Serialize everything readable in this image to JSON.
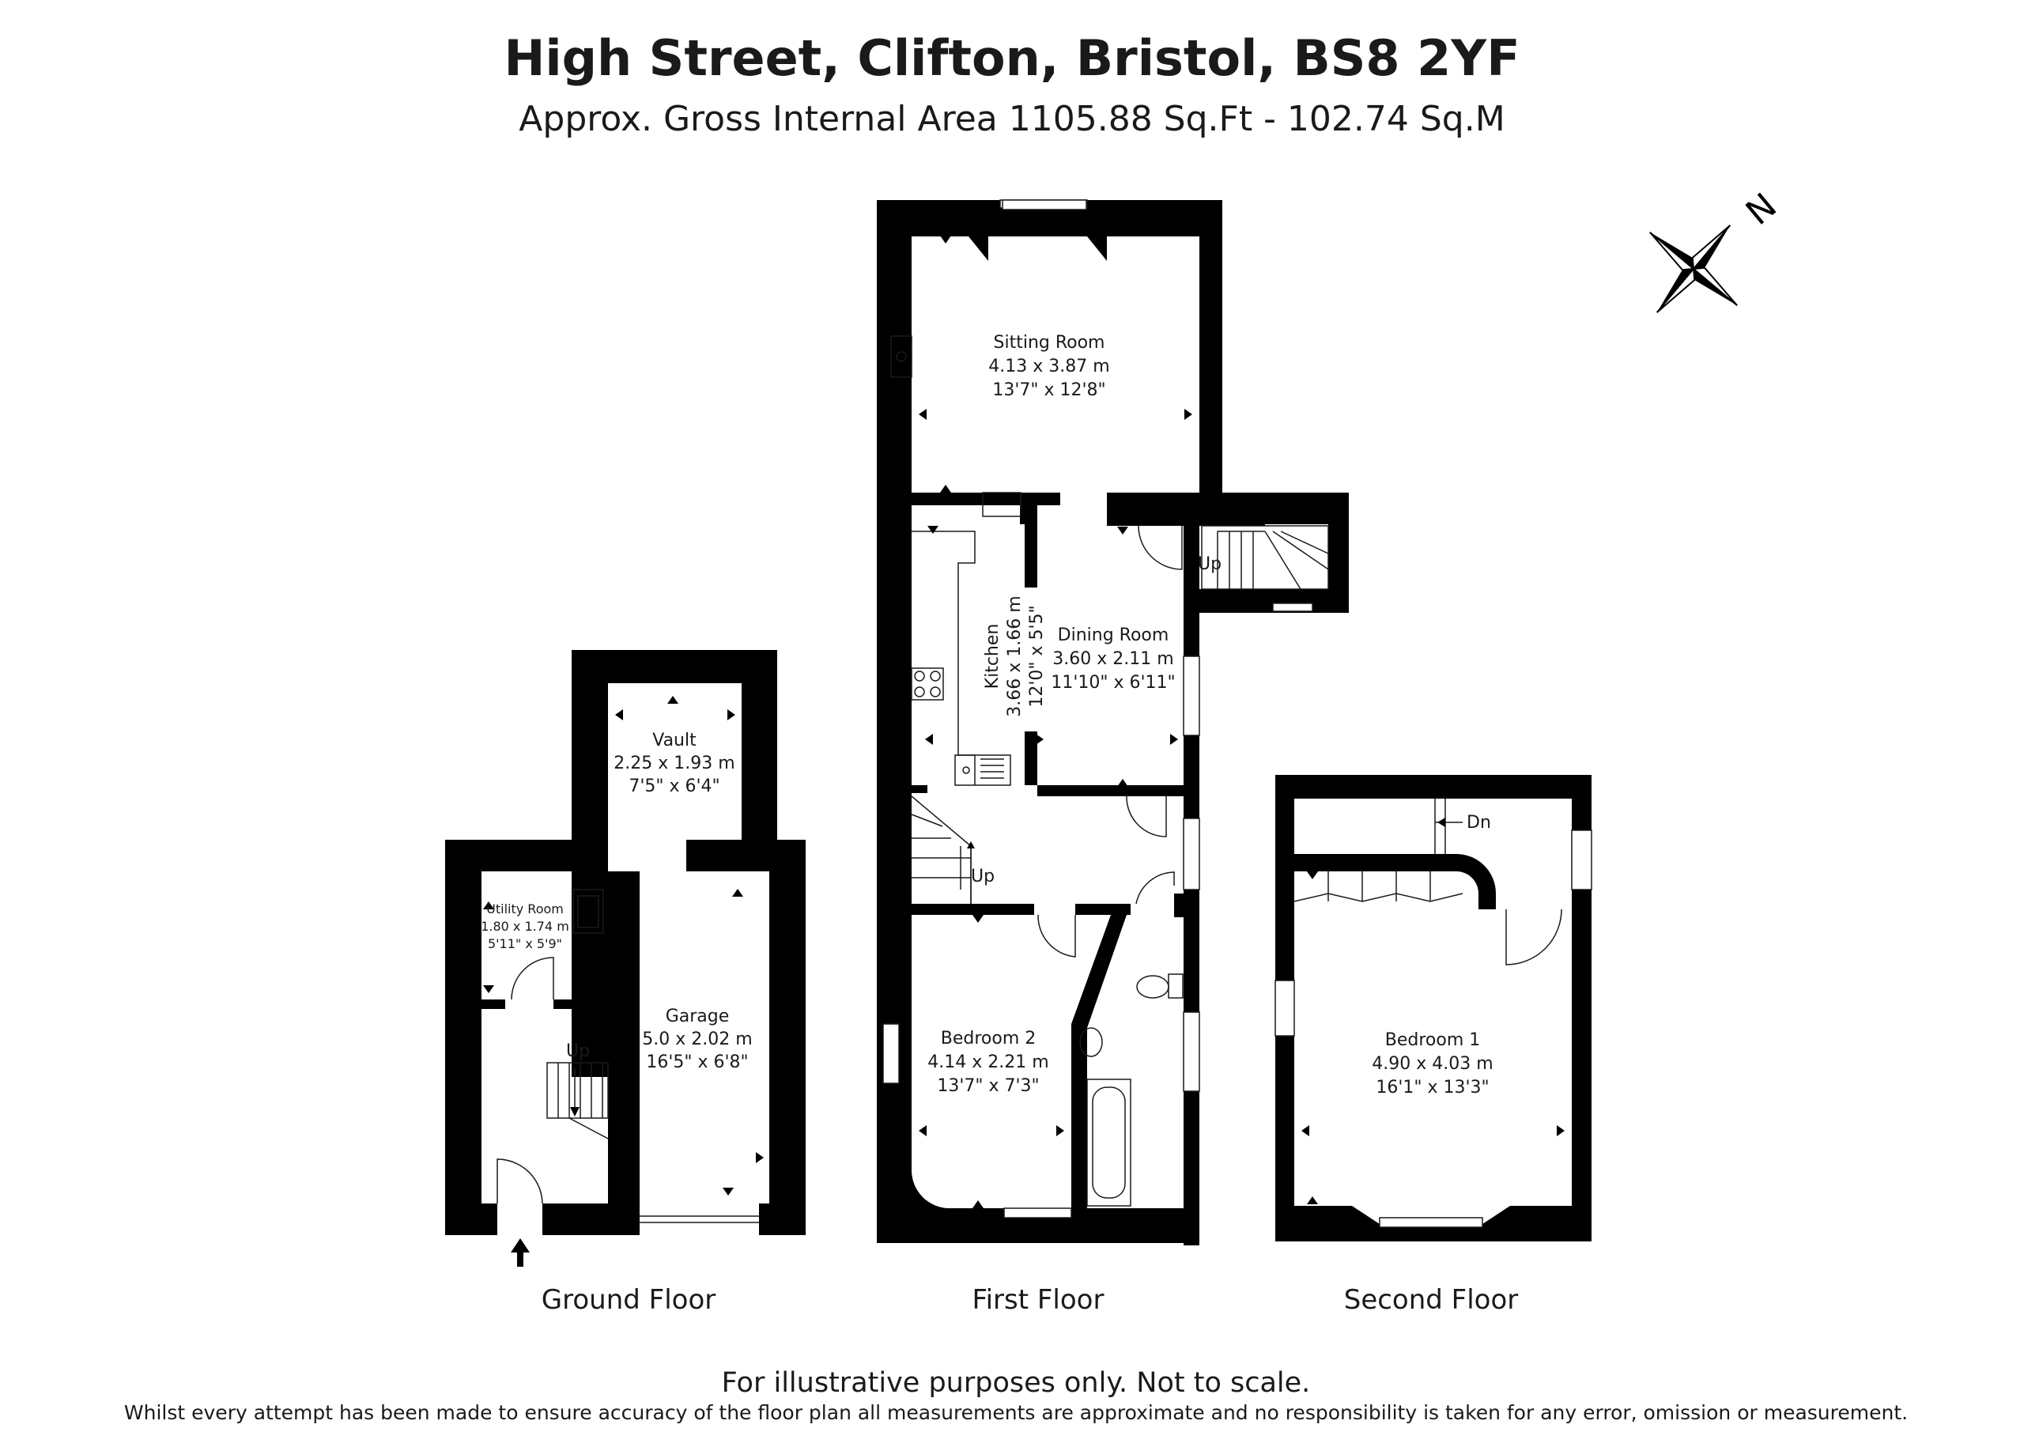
{
  "title": "High Street, Clifton, Bristol, BS8 2YF",
  "subtitle": "Approx. Gross Internal Area 1105.88 Sq.Ft - 102.74 Sq.M",
  "compass_label": "N",
  "floors": {
    "ground": {
      "label": "Ground Floor",
      "rooms": {
        "vault": {
          "name": "Vault",
          "metric": "2.25 x 1.93 m",
          "imperial": "7'5\" x 6'4\""
        },
        "utility": {
          "name": "Utility Room",
          "metric": "1.80 x 1.74 m",
          "imperial": "5'11\" x 5'9\""
        },
        "garage": {
          "name": "Garage",
          "metric": "5.0 x 2.02 m",
          "imperial": "16'5\" x 6'8\""
        }
      },
      "stairs_label": "Up"
    },
    "first": {
      "label": "First Floor",
      "rooms": {
        "sitting": {
          "name": "Sitting Room",
          "metric": "4.13 x 3.87 m",
          "imperial": "13'7\" x 12'8\""
        },
        "kitchen": {
          "name": "Kitchen",
          "metric": "3.66 x 1.66 m",
          "imperial": "12'0\" x 5'5\""
        },
        "dining": {
          "name": "Dining Room",
          "metric": "3.60 x 2.11 m",
          "imperial": "11'10\" x 6'11\""
        },
        "bedroom2": {
          "name": "Bedroom 2",
          "metric": "4.14 x 2.21 m",
          "imperial": "13'7\" x 7'3\""
        }
      },
      "stairs_up_label": "Up",
      "stairs_up2_label": "Up"
    },
    "second": {
      "label": "Second Floor",
      "rooms": {
        "bedroom1": {
          "name": "Bedroom 1",
          "metric": "4.90 x 4.03 m",
          "imperial": "16'1\" x 13'3\""
        }
      },
      "stairs_down_label": "Dn"
    }
  },
  "note": "For illustrative purposes only. Not to scale.",
  "disclaimer": "Whilst every attempt has been made to ensure accuracy of the floor plan all measurements are approximate and no responsibility is taken for any error, omission or measurement."
}
